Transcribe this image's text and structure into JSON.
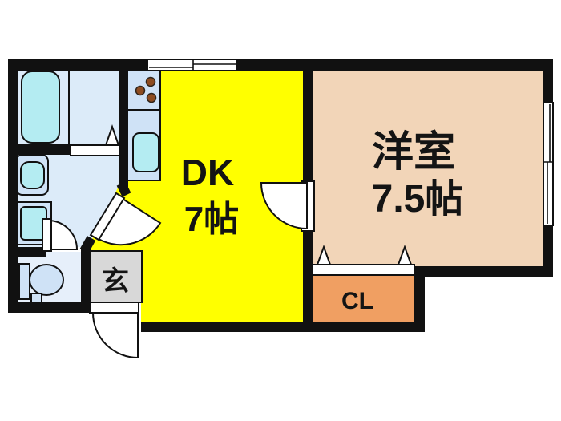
{
  "plan": {
    "labels": {
      "dk_name": "DK",
      "dk_size": "7帖",
      "western_name": "洋室",
      "western_size": "7.5帖",
      "closet": "CL",
      "entrance": "玄"
    },
    "colors": {
      "wall": "#111111",
      "door": "#ffffff",
      "dk": "#ffff00",
      "western_room": "#f2d5b8",
      "closet": "#f09f62",
      "entrance": "#d8d8d8",
      "wet_room": "#dcebf9",
      "toilet_room": "#e6effa",
      "fixture_pale": "#cfe2f6",
      "fixture_cyan": "#b4ecf2",
      "burner": "#8e4c20"
    },
    "icons": {
      "bathtub": "bathtub-icon",
      "stove": "stove-burners-icon",
      "kitchen_sink": "kitchen-sink-icon",
      "washbasin": "washbasin-icon",
      "washer_pan": "washing-machine-pan-icon",
      "toilet": "toilet-icon",
      "windows": "sliding-window-icon",
      "swing_doors": "hinged-door-arc-icon",
      "folding_doors": "folding-door-triangle-icon"
    }
  }
}
